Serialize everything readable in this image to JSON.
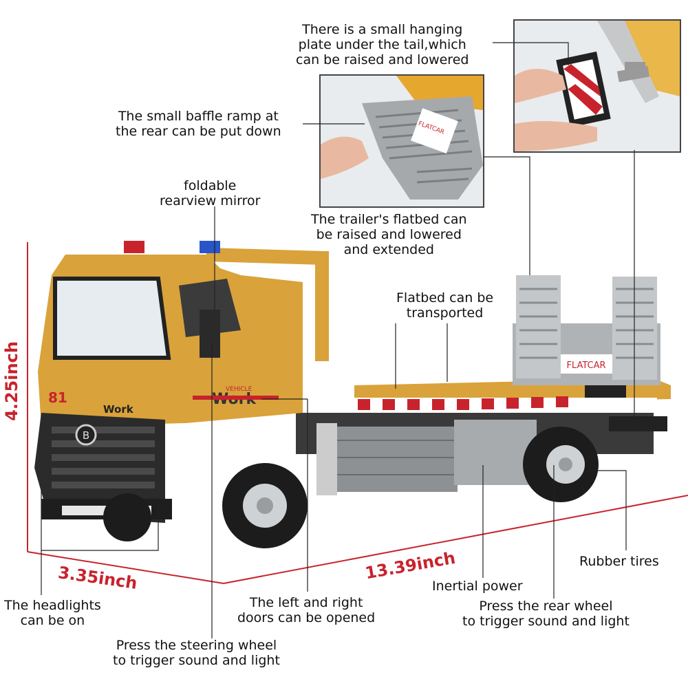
{
  "callouts": {
    "hanging_plate": [
      "There is a small hanging",
      "plate under the tail,which",
      "can be raised and lowered"
    ],
    "baffle_ramp": [
      "The small baffle ramp at",
      "the rear can be put down"
    ],
    "mirror": [
      "foldable",
      "rearview mirror"
    ],
    "flatbed_raise": [
      "The trailer's flatbed can",
      "be raised and lowered",
      "and extended"
    ],
    "flatbed_transport": [
      "Flatbed can be",
      "transported"
    ],
    "rubber_tires": [
      "Rubber tires"
    ],
    "inertial": [
      "Inertial power"
    ],
    "headlights": [
      "The headlights",
      "can be on"
    ],
    "doors": [
      "The left and right",
      "doors can be opened"
    ],
    "rear_wheel": [
      "Press the rear wheel",
      "to trigger sound and light"
    ],
    "steering": [
      "Press the steering wheel",
      "to trigger sound and light"
    ]
  },
  "dimensions": {
    "height": "4.25inch",
    "width": "3.35inch",
    "length": "13.39inch"
  },
  "truck_text": {
    "number": "81",
    "brand": "Work",
    "cab_brand": "Work",
    "vehicle": "VEHICLE",
    "badge": "B",
    "flatcar": "FLATCAR"
  },
  "colors": {
    "accent": "#c8232c",
    "body": "#d9a23a",
    "steel": "#a9adb0"
  }
}
